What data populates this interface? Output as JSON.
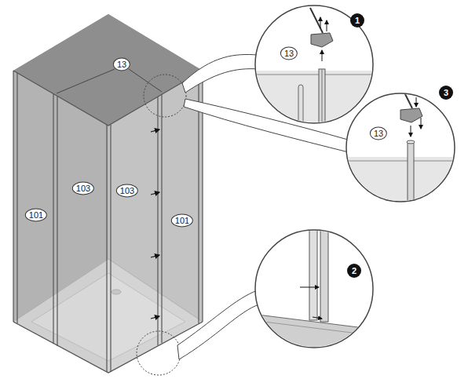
{
  "diagram": {
    "labels": [
      "13",
      "1",
      "13",
      "3",
      "13",
      "103",
      "103",
      "101",
      "101",
      "2"
    ]
  }
}
